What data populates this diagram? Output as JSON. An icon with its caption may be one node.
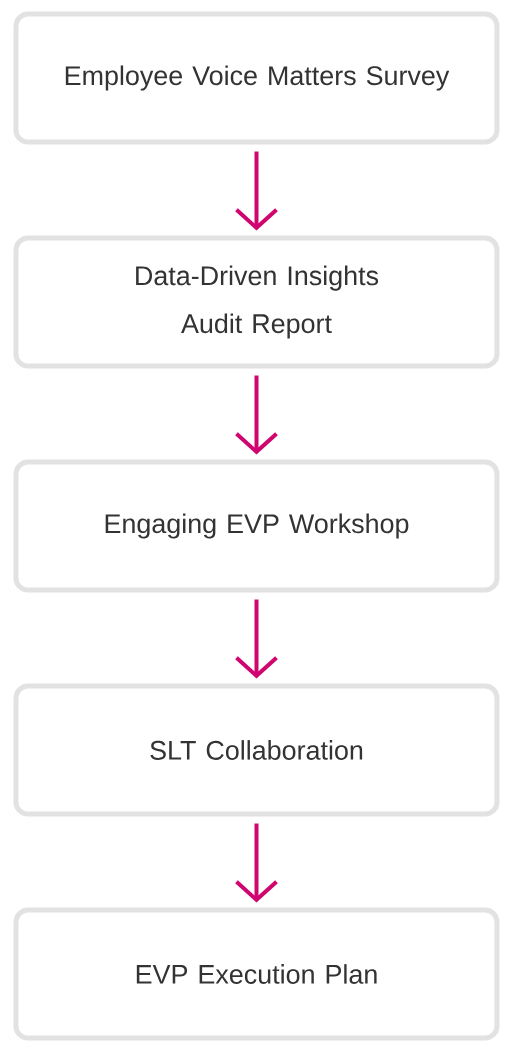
{
  "diagram": {
    "nodes": [
      {
        "text": [
          "Employee Voice Matters Survey"
        ]
      },
      {
        "text": [
          "Data-Driven Insights Audit Report"
        ]
      },
      {
        "text": [
          "Engaging EVP Workshop"
        ]
      },
      {
        "text": [
          "SLT Collaboration"
        ]
      },
      {
        "text": [
          "EVP Execution Plan"
        ]
      }
    ],
    "edges": [
      {
        "from": 0,
        "to": 1,
        "arrow": "to"
      },
      {
        "from": 1,
        "to": 2,
        "arrow": "to"
      },
      {
        "from": 2,
        "to": 3,
        "arrow": "to"
      },
      {
        "from": 3,
        "to": 4,
        "arrow": "to"
      }
    ]
  }
}
